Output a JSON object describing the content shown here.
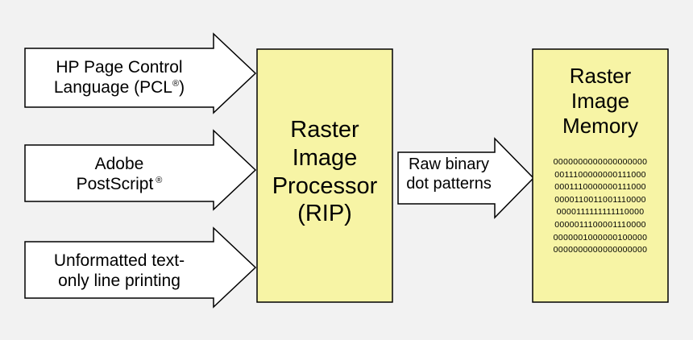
{
  "inputs": [
    {
      "line1": "HP Page Control",
      "line2": "Language (PCL",
      "mark": "®",
      "suffix": ")"
    },
    {
      "line1": "Adobe",
      "line2": "PostScript",
      "mark": "®",
      "suffix": ""
    },
    {
      "line1": "Unformatted text-",
      "line2": "only line printing",
      "mark": "",
      "suffix": ""
    }
  ],
  "processor": {
    "lines": [
      "Raster",
      "Image",
      "Processor",
      "(RIP)"
    ]
  },
  "connector": {
    "line1": "Raw binary",
    "line2": "dot patterns"
  },
  "memory": {
    "title_lines": [
      "Raster",
      "Image",
      "Memory"
    ],
    "rows": [
      "0000000000000000000",
      "0011100000000111000",
      "0001110000000111000",
      "0000110011001110000",
      "0000111111111110000",
      "0000011100001110000",
      "0000001000000100000",
      "0000000000000000000"
    ]
  },
  "colors": {
    "background": "#f2f2f2",
    "box_fill": "#f7f4a5",
    "arrow_fill": "#ffffff",
    "stroke": "#000000"
  }
}
